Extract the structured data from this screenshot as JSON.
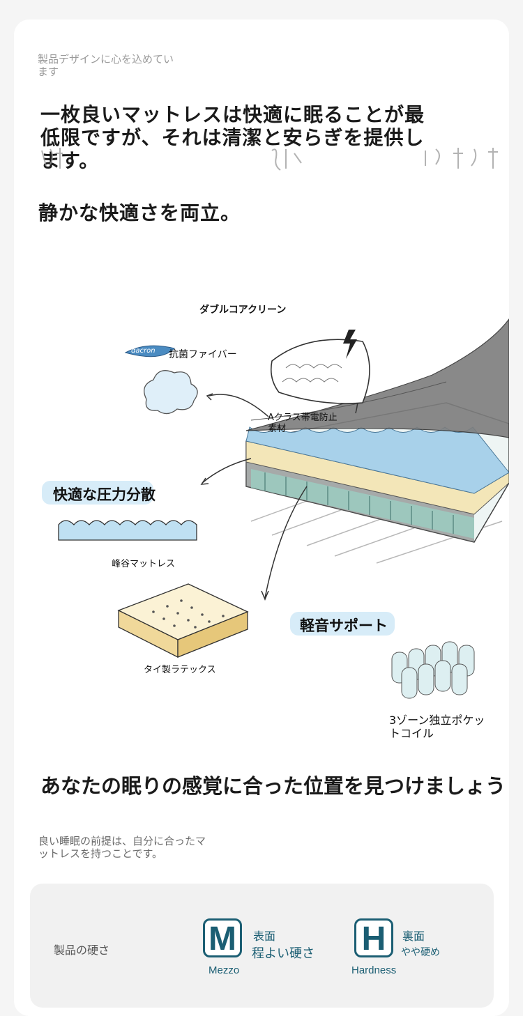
{
  "intro": {
    "kicker": "製品デザインに心を込めています",
    "headline": "一枚良いマットレスは快適に眠ることが最低限ですが、それは清潔と安らぎを提供します。",
    "subheadline": "静かな快適さを両立。"
  },
  "diagram": {
    "double_core_clean": "ダブルコアクリーン",
    "dacron_logo": "dacron",
    "antibacterial_fiber": "抗菌ファイバー",
    "antistatic_line1": "Aクラス帯電防止",
    "antistatic_line2": "素材",
    "pressure_title": "快適な圧力分散",
    "peak_mattress": "峰谷マットレス",
    "thai_latex": "タイ製ラテックス",
    "support_title": "軽音サポート",
    "coil_line1": "3ゾーン独立ポケッ",
    "coil_line2": "トコイル"
  },
  "section": {
    "title": "あなたの眠りの感覚に合った位置を見つけましょう",
    "body": "良い睡眠の前提は、自分に合ったマットレスを持つことです。"
  },
  "hardness": {
    "label": "製品の硬さ",
    "accent_color": "#1b5e73",
    "surface": {
      "letter": "M",
      "caption": "Mezzo",
      "line1": "表面",
      "line2": "程よい硬さ"
    },
    "back": {
      "letter": "H",
      "caption": "Hardness",
      "line1": "裏面",
      "line2": "やや硬め"
    }
  }
}
